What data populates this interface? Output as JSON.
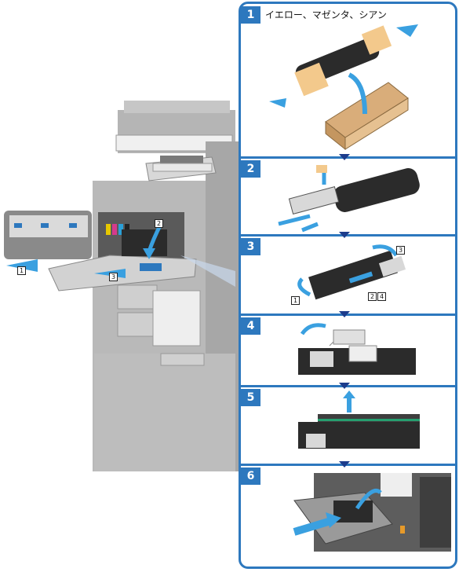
{
  "steps": [
    {
      "number": "1",
      "title": "イエロー、マゼンタ、シアン"
    },
    {
      "number": "2"
    },
    {
      "number": "3"
    },
    {
      "number": "4"
    },
    {
      "number": "5"
    },
    {
      "number": "6"
    }
  ],
  "callouts": {
    "main_1": "1",
    "main_2": "2",
    "main_3": "3",
    "step3_1": "1",
    "step3_2": "2",
    "step3_3": "3",
    "step3_4": "4"
  },
  "colors": {
    "accent": "#2d78be",
    "arrow": "#3aa0e0",
    "step_arrow": "#1c3c8c",
    "machine_gray": "#a9a9a9"
  },
  "icons": [
    "step-down-arrow-icon",
    "move-arrow-icon"
  ]
}
